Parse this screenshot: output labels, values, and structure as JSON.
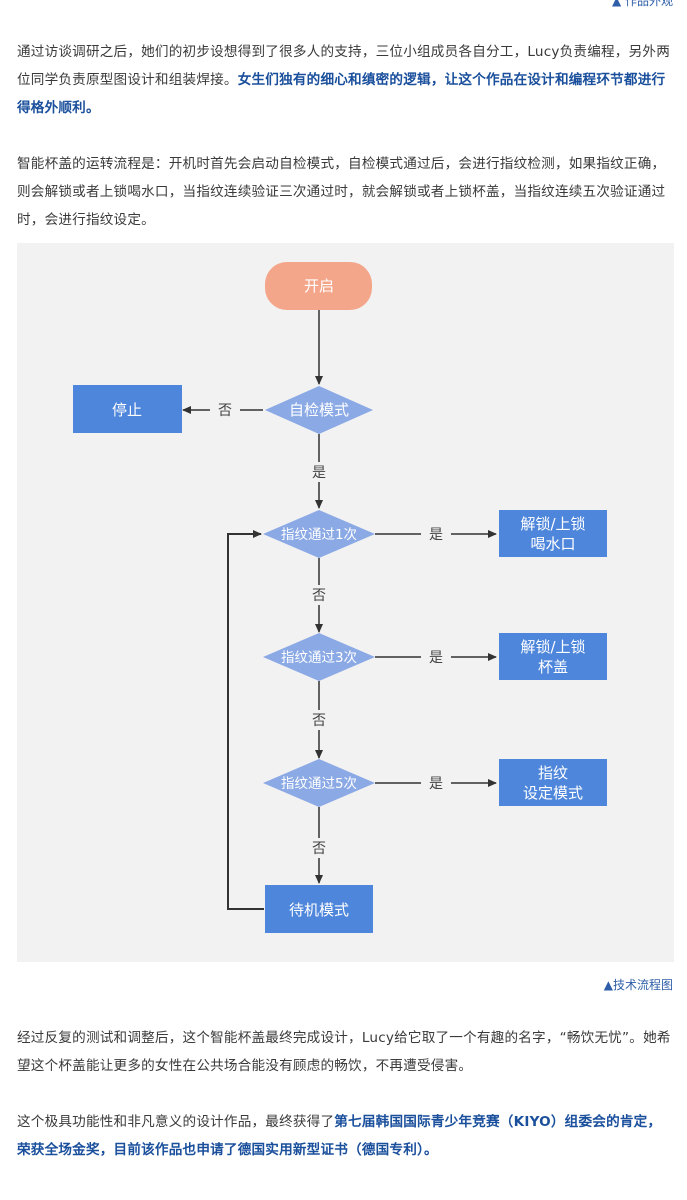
{
  "top_caption": "▲ 作品外观",
  "para1": {
    "text": "通过访谈调研之后，她们的初步设想得到了很多人的支持，三位小组成员各自分工，Lucy负责编程，另外两位同学负责原型图设计和组装焊接。",
    "highlight": "女生们独有的细心和缜密的逻辑，让这个作品在设计和编程环节都进行得格外顺利。"
  },
  "para2": {
    "text": "智能杯盖的运转流程是：开机时首先会启动自检模式，自检模式通过后，会进行指纹检测，如果指纹正确，则会解锁或者上锁喝水口，当指纹连续验证三次通过时，就会解锁或者上锁杯盖，当指纹连续五次验证通过时，会进行指纹设定。"
  },
  "flowchart": {
    "start": "开启",
    "self_check": "自检模式",
    "stop": "停止",
    "check1": "指纹通过1次",
    "check3": "指纹通过3次",
    "check5": "指纹通过5次",
    "result1": [
      "解锁/上锁",
      "喝水口"
    ],
    "result3": [
      "解锁/上锁",
      "杯盖"
    ],
    "result5": [
      "指纹",
      "设定模式"
    ],
    "standby": "待机模式",
    "yes": "是",
    "no": "否",
    "colors": {
      "start": "#f4a68a",
      "diamond": "#8aa9e5",
      "box": "#4e86db",
      "line": "#333333",
      "background": "#f2f2f2"
    }
  },
  "caption": "▲技术流程图",
  "para3": {
    "text": "经过反复的测试和调整后，这个智能杯盖最终完成设计，Lucy给它取了一个有趣的名字，“畅饮无忧”。她希望这个杯盖能让更多的女性在公共场合能没有顾虑的畅饮，不再遭受侵害。"
  },
  "para4": {
    "text": "这个极具功能性和非凡意义的设计作品，最终获得了",
    "highlight": "第七届韩国国际青少年竞赛（KIYO）组委会的肯定，荣获全场金奖，目前该作品也申请了德国实用新型证书（德国专利）。"
  }
}
